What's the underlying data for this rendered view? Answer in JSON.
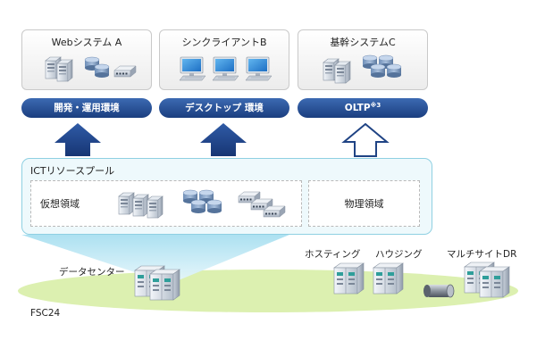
{
  "systems": [
    {
      "title": "Webシステム A",
      "band": "開発・運用環境",
      "band_note": ""
    },
    {
      "title": "シンクライアントB",
      "band": "デスクトップ 環境",
      "band_note": ""
    },
    {
      "title": "基幹システムC",
      "band": "OLTP",
      "band_note": "※3"
    }
  ],
  "pool": {
    "title": "ICTリソースプール",
    "virtual_label": "仮想領域",
    "physical_label": "物理領域"
  },
  "sites": {
    "datacenter": "データセンター",
    "hosting": "ホスティング",
    "housing": "ハウジング",
    "multisite": "マルチサイトDR",
    "network": "FSC24"
  },
  "colors": {
    "band": "#1f4384",
    "arrow": "#1f4384",
    "pool_border": "#8fd0e2",
    "pool_fill": "#eef9fc",
    "ground": "#dcf0b0",
    "beam": "#bfe6f3"
  },
  "icons": {
    "system_a": [
      "server-tower-icon",
      "storage-icon",
      "network-switch-icon"
    ],
    "system_b": [
      "client-pc-icon"
    ],
    "system_c": [
      "server-tower-icon",
      "storage-icon"
    ],
    "virtual": [
      "server-rack-icon",
      "storage-icon",
      "network-switch-icon"
    ],
    "site": "building-server-icon",
    "link": "connector-cable-icon"
  }
}
